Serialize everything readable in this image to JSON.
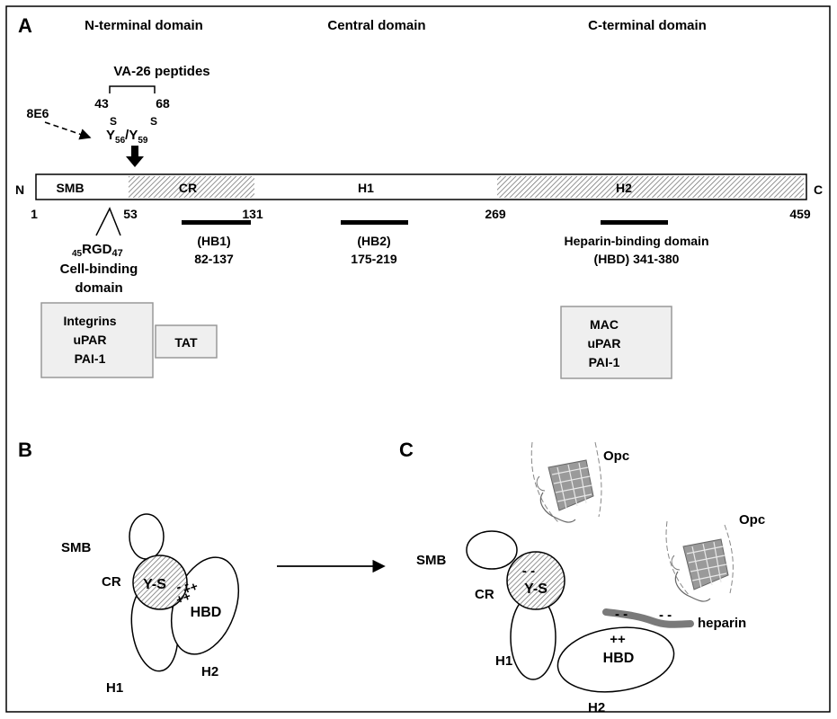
{
  "panel_a": {
    "label": "A",
    "domain_headers": {
      "n_terminal": "N-terminal domain",
      "central": "Central domain",
      "c_terminal": "C-terminal domain"
    },
    "peptides": {
      "label": "VA-26 peptides",
      "start": "43",
      "end": "68"
    },
    "antibody": "8E6",
    "sulfo_left": {
      "s": "S",
      "y": "Y",
      "sub": "56"
    },
    "sulfo_slash": "/",
    "sulfo_right": {
      "s": "S",
      "y": "Y",
      "sub": "59"
    },
    "bar": {
      "n_label": "N",
      "c_label": "C",
      "segments": {
        "smb": "SMB",
        "cr": "CR",
        "h1": "H1",
        "h2": "H2"
      }
    },
    "positions": {
      "p1": "1",
      "p53": "53",
      "p131": "131",
      "p269": "269",
      "p459": "459"
    },
    "rgd": {
      "sub_left": "45",
      "main": "RGD",
      "sub_right": "47"
    },
    "cell_binding": {
      "line1": "Cell-binding",
      "line2": "domain"
    },
    "hb1": {
      "name": "(HB1)",
      "range": "82-137"
    },
    "hb2": {
      "name": "(HB2)",
      "range": "175-219"
    },
    "hbd": {
      "name": "Heparin-binding domain",
      "range": "(HBD) 341-380"
    },
    "box_left": [
      "Integrins",
      "uPAR",
      "PAI-1"
    ],
    "box_tat": "TAT",
    "box_right": [
      "MAC",
      "uPAR",
      "PAI-1"
    ]
  },
  "panel_b": {
    "label": "B",
    "smb": "SMB",
    "cr": "CR",
    "ys": "Y-S",
    "hbd": "HBD",
    "h1": "H1",
    "h2": "H2",
    "minus": "- -",
    "plus": "++"
  },
  "panel_c": {
    "label": "C",
    "smb": "SMB",
    "cr": "CR",
    "ys": "Y-S",
    "hbd": "HBD",
    "h1": "H1",
    "h2": "H2",
    "opc1": "Opc",
    "opc2": "Opc",
    "heparin": "heparin",
    "minus": "- -",
    "plus": "++",
    "heparin_minus1": "- -",
    "heparin_minus2": "- -"
  },
  "colors": {
    "box_fill": "#efefef",
    "box_stroke": "#999999",
    "hatch": "#777777",
    "heparin": "#7a7a7a",
    "opc": "#888888"
  }
}
